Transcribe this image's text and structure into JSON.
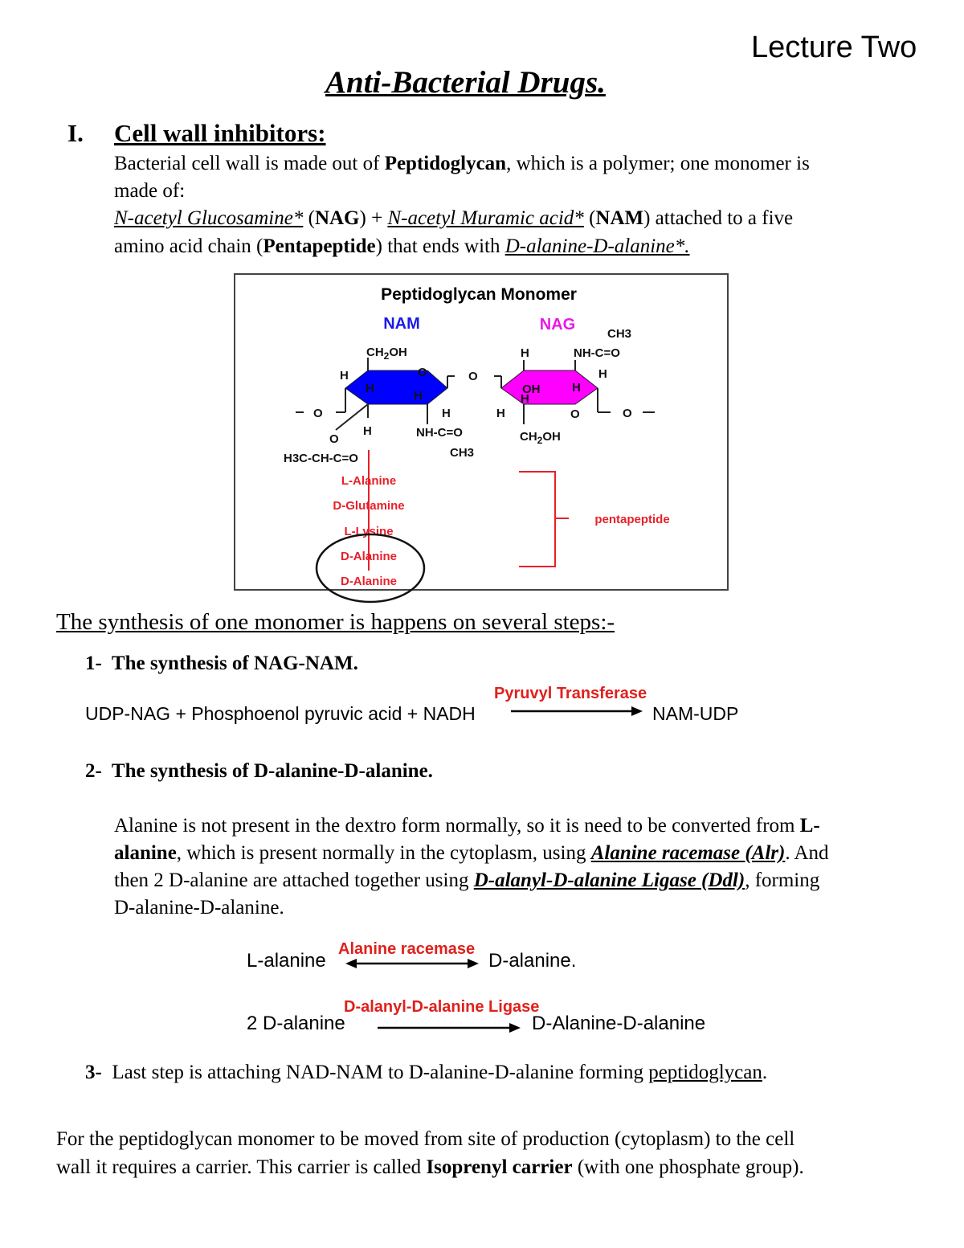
{
  "header": {
    "lecture": "Lecture Two",
    "title": "Anti-Bacterial Drugs."
  },
  "section1": {
    "numeral": "I.",
    "heading": "Cell wall inhibitors:",
    "p1a": "Bacterial cell wall is made out of ",
    "p1b": "Peptidoglycan",
    "p1c": ", which is a polymer; one monomer is",
    "p2": "made of:",
    "p3a": "N-acetyl Glucosamine*",
    "p3b": " (",
    "p3c": "NAG",
    "p3d": ") + ",
    "p3e": "N-acetyl Muramic acid*",
    "p3f": " (",
    "p3g": "NAM",
    "p3h": ") attached to a five",
    "p4a": "amino acid chain (",
    "p4b": "Pentapeptide",
    "p4c": ") that ends with ",
    "p4d": "D-alanine-D-alanine*."
  },
  "diagram": {
    "title": "Peptidoglycan Monomer",
    "nam": "NAM",
    "nag": "NAG",
    "ch2oh": "CH",
    "ch2oh_sub": "2",
    "ch2oh_end": "OH",
    "h": "H",
    "o": "O",
    "oh": "OH",
    "nhco": "NH-C=O",
    "ch3": "CH3",
    "h3c": "H3C-CH-C=O",
    "chain": [
      "L-Alanine",
      "D-Glutamine",
      "L-Lysine",
      "D-Alanine",
      "D-Alanine"
    ],
    "pentapeptide": "pentapeptide",
    "colors": {
      "nam": "#0000ff",
      "nag": "#ff00ff",
      "peptide": "#e8202a"
    }
  },
  "steps_heading": "The synthesis of one monomer is happens on several steps:-",
  "step1": {
    "num": "1-",
    "title": "The synthesis of NAG-NAM.",
    "enzyme": "Pyruvyl Transferase",
    "left": "UDP-NAG + Phosphoenol pyruvic acid + NADH",
    "right": "NAM-UDP"
  },
  "step2": {
    "num": "2-",
    "title": "The synthesis of D-alanine-D-alanine.",
    "l1a": "Alanine is not present in the dextro form normally, so it is need to be converted from ",
    "l1b": "L-",
    "l2a": "alanine",
    "l2b": ", which is present normally in the cytoplasm, using ",
    "l2c": "Alanine racemase (Alr)",
    "l2d": ". And",
    "l3a": "then 2 D-alanine are attached together using ",
    "l3b": "D-alanyl-D-alanine Ligase (Ddl)",
    "l3c": ", forming",
    "l4": "D-alanine-D-alanine.",
    "r1": {
      "enzyme": "Alanine racemase",
      "left": "L-alanine",
      "right": "D-alanine."
    },
    "r2": {
      "enzyme": "D-alanyl-D-alanine Ligase",
      "left": "2 D-alanine",
      "right": "D-Alanine-D-alanine"
    }
  },
  "step3": {
    "num": "3-",
    "a": "Last step is attaching NAD-NAM to D-alanine-D-alanine forming ",
    "b": "peptidoglycan",
    "c": "."
  },
  "closing": {
    "l1": "For the peptidoglycan monomer to be moved from site of production (cytoplasm) to the cell",
    "l2a": "wall it requires a carrier. This carrier is called ",
    "l2b": "Isoprenyl carrier",
    "l2c": " (with one phosphate group)."
  }
}
